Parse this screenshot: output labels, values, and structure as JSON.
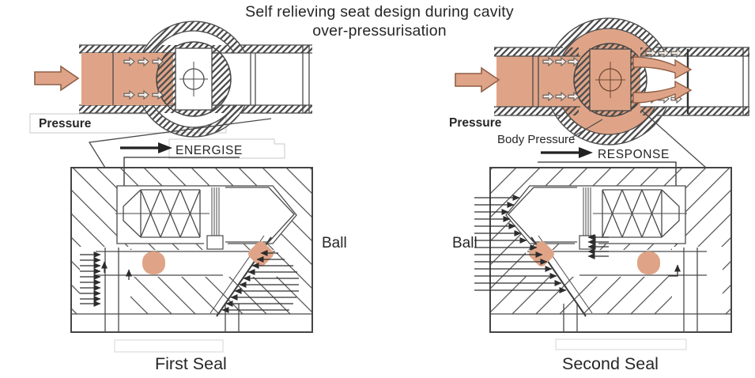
{
  "title": {
    "line1": "Self relieving seat design during cavity",
    "line2": "over-pressurisation"
  },
  "left_panel": {
    "pressure_label": "Pressure",
    "action_label": "ENERGISE",
    "ball_label": "Ball",
    "caption": "First Seal"
  },
  "right_panel": {
    "pressure_label": "Pressure",
    "body_pressure_label": "Body Pressure",
    "action_label": "RESPONSE",
    "ball_label": "Ball",
    "caption": "Second Seal"
  },
  "icons": {
    "big_flow_arrow": "solid-right-arrow",
    "small_flow_arrow": "hollow-right-arrow",
    "relief_arrow": "curved-right-arrow",
    "pointer_arrow": "black-right-arrow"
  },
  "colors": {
    "pressure_fill": "#DFA487",
    "arrow_outline": "#8F5F47",
    "drawing_line": "#4A4A4A",
    "text": "#262626",
    "label_box_border": "#D3D3D3",
    "background": "#FFFFFF"
  }
}
